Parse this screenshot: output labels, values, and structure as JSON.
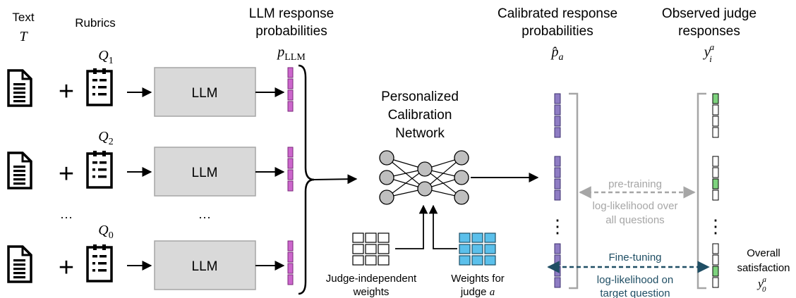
{
  "headers": {
    "text": "Text",
    "text_symbol": "T",
    "rubrics": "Rubrics",
    "llm_probs_line1": "LLM response",
    "llm_probs_line2": "probabilities",
    "llm_probs_symbol": "p",
    "llm_probs_sub": "LLM",
    "calibrated_line1": "Calibrated response",
    "calibrated_line2": "probabilities",
    "calibrated_symbol": "p̂",
    "calibrated_sub": "a",
    "observed_line1": "Observed judge",
    "observed_line2": "responses",
    "observed_symbol": "y",
    "observed_sup": "a",
    "observed_sub": "i"
  },
  "rows": [
    {
      "question": "Q",
      "question_sub": "1",
      "llm_label": "LLM"
    },
    {
      "question": "Q",
      "question_sub": "2",
      "llm_label": "LLM"
    },
    {
      "question": "Q",
      "question_sub": "0",
      "llm_label": "LLM"
    }
  ],
  "plus_sign": "+",
  "ellipsis": "···",
  "vdots": "⋮",
  "network": {
    "line1": "Personalized",
    "line2": "Calibration",
    "line3": "Network"
  },
  "weights": {
    "judge_independent_line1": "Judge-independent",
    "judge_independent_line2": "weights",
    "judge_specific_line1": "Weights for",
    "judge_specific_line2": "judge",
    "judge_specific_symbol": "a"
  },
  "pretraining": {
    "line1": "pre-training",
    "line2": "log-likelihood over",
    "line3": "all questions"
  },
  "finetuning": {
    "line1": "Fine-tuning",
    "line2": "log-likelihood on",
    "line3": "target question"
  },
  "overall": {
    "line1": "Overall",
    "line2": "satisfaction",
    "symbol": "y",
    "sup": "a",
    "sub": "0"
  },
  "colors": {
    "llm_box": "#d9d9d9",
    "magenta": "#cc66cc",
    "purple": "#8e7cc3",
    "cyan": "#5bc0eb",
    "green": "#7ed37e",
    "gray_arrow": "#a6a6a6",
    "teal_arrow": "#1f4e64"
  }
}
